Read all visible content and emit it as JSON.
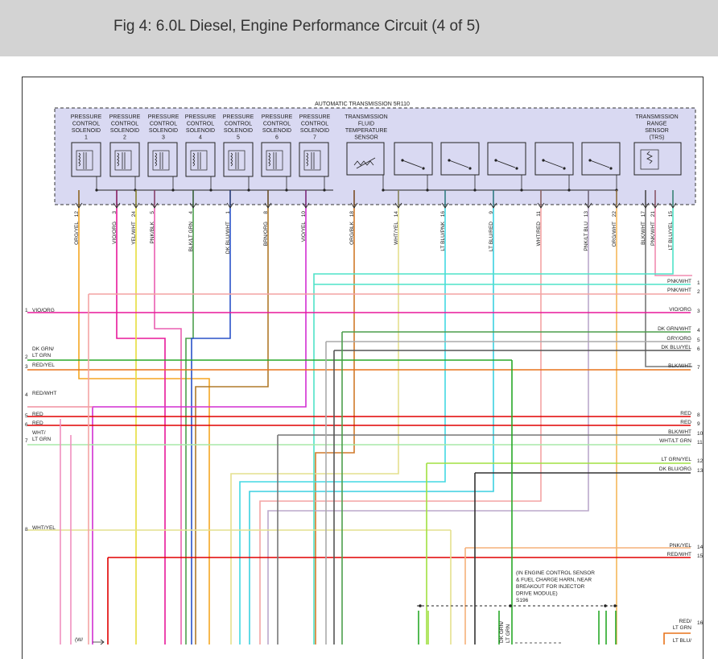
{
  "header": {
    "title": "Fig 4: 6.0L Diesel, Engine Performance Circuit (4 of 5)"
  },
  "module": {
    "title": "AUTOMATIC TRANSMISSION 5R110"
  },
  "components": [
    {
      "lines": [
        "PRESSURE",
        "CONTROL",
        "SOLENOID",
        "1"
      ]
    },
    {
      "lines": [
        "PRESSURE",
        "CONTROL",
        "SOLENOID",
        "2"
      ]
    },
    {
      "lines": [
        "PRESSURE",
        "CONTROL",
        "SOLENOID",
        "3"
      ]
    },
    {
      "lines": [
        "PRESSURE",
        "CONTROL",
        "SOLENOID",
        "4"
      ]
    },
    {
      "lines": [
        "PRESSURE",
        "CONTROL",
        "SOLENOID",
        "5"
      ]
    },
    {
      "lines": [
        "PRESSURE",
        "CONTROL",
        "SOLENOID",
        "6"
      ]
    },
    {
      "lines": [
        "PRESSURE",
        "CONTROL",
        "SOLENOID",
        "7"
      ]
    },
    {
      "lines": [
        "TRANSMISSION",
        "FLUID",
        "TEMPERATURE",
        "SENSOR"
      ]
    },
    {
      "lines": [
        "TRANSMISSION",
        "RANGE",
        "SENSOR",
        "(TRS)"
      ]
    }
  ],
  "pins": [
    {
      "pin": "12",
      "wire": "ORG/YEL",
      "color": "#f5a623"
    },
    {
      "pin": "3",
      "wire": "VIO/ORG",
      "color": "#e8199a"
    },
    {
      "pin": "24",
      "wire": "YEL/WHT",
      "color": "#e6dd3b"
    },
    {
      "pin": "5",
      "wire": "PNK/BLK",
      "color": "#ea5fb0"
    },
    {
      "pin": "4",
      "wire": "BLK/LT GRN",
      "color": "#4c9e4c"
    },
    {
      "pin": "1",
      "wire": "DK BLU/WHT",
      "color": "#2952c8"
    },
    {
      "pin": "8",
      "wire": "BRN/ORG",
      "color": "#b07a2a"
    },
    {
      "pin": "10",
      "wire": "VIO/YEL",
      "color": "#d22fd2"
    },
    {
      "pin": "18",
      "wire": "ORG/BLK",
      "color": "#d07a2a"
    },
    {
      "pin": "14",
      "wire": "WHT/YEL",
      "color": "#e4e08e"
    },
    {
      "pin": "16",
      "wire": "LT BLU/PNK",
      "color": "#43d9e3"
    },
    {
      "pin": "9",
      "wire": "LT BLU/RED",
      "color": "#3cd0e0"
    },
    {
      "pin": "11",
      "wire": "WHT/RED",
      "color": "#f3a3a3"
    },
    {
      "pin": "13",
      "wire": "PNK/LT BLU",
      "color": "#bba8cc"
    },
    {
      "pin": "22",
      "wire": "ORG/WHT",
      "color": "#f5b85a"
    },
    {
      "pin": "17",
      "wire": "BLK/WHT",
      "color": "#777777"
    },
    {
      "pin": "21",
      "wire": "PNK/WHT",
      "color": "#f08cb0"
    },
    {
      "pin": "15",
      "wire": "LT BLU/YEL",
      "color": "#4fe3c8"
    }
  ],
  "left_labels": [
    {
      "num": "1",
      "label": "VIO/ORG"
    },
    {
      "num": "",
      "label": "DK GRN/"
    },
    {
      "num": "2",
      "label": "LT GRN"
    },
    {
      "num": "3",
      "label": "RED/YEL"
    },
    {
      "num": "4",
      "label": "RED/WHT"
    },
    {
      "num": "5",
      "label": "RED"
    },
    {
      "num": "6",
      "label": "RED"
    },
    {
      "num": "",
      "label": "WHT/"
    },
    {
      "num": "7",
      "label": "LT GRN"
    },
    {
      "num": "8",
      "label": "WHT/YEL"
    }
  ],
  "right_labels": [
    {
      "num": "1",
      "label": "PNK/WHT"
    },
    {
      "num": "2",
      "label": "PNK/WHT"
    },
    {
      "num": "3",
      "label": "VIO/ORG"
    },
    {
      "num": "4",
      "label": "DK GRN/WHT"
    },
    {
      "num": "5",
      "label": "GRY/ORG"
    },
    {
      "num": "6",
      "label": "DK BLU/YEL"
    },
    {
      "num": "7",
      "label": "BLK/WHT"
    },
    {
      "num": "8",
      "label": "RED"
    },
    {
      "num": "9",
      "label": "RED"
    },
    {
      "num": "10",
      "label": "BLK/WHT"
    },
    {
      "num": "11",
      "label": "WHT/LT GRN"
    },
    {
      "num": "12",
      "label": "LT GRN/YEL"
    },
    {
      "num": "13",
      "label": "DK BLU/ORG"
    },
    {
      "num": "14",
      "label": "PNK/YEL"
    },
    {
      "num": "15",
      "label": "RED/WHT"
    },
    {
      "num": "16",
      "label": "RED/"
    },
    {
      "num": "",
      "label": "LT GRN"
    },
    {
      "num": "",
      "label": "LT BLU/"
    }
  ],
  "splice_note": {
    "lines": [
      "(IN ENGINE CONTROL SENSOR",
      "& FUEL CHARGE HARN, NEAR",
      "BREAKOUT FOR INJECTOR",
      "DRIVE MODULE)",
      "S196"
    ]
  },
  "bottom_labels": {
    "left_note": "(W/",
    "wire_a": "DK GRN/",
    "wire_b": "LT GRN"
  }
}
